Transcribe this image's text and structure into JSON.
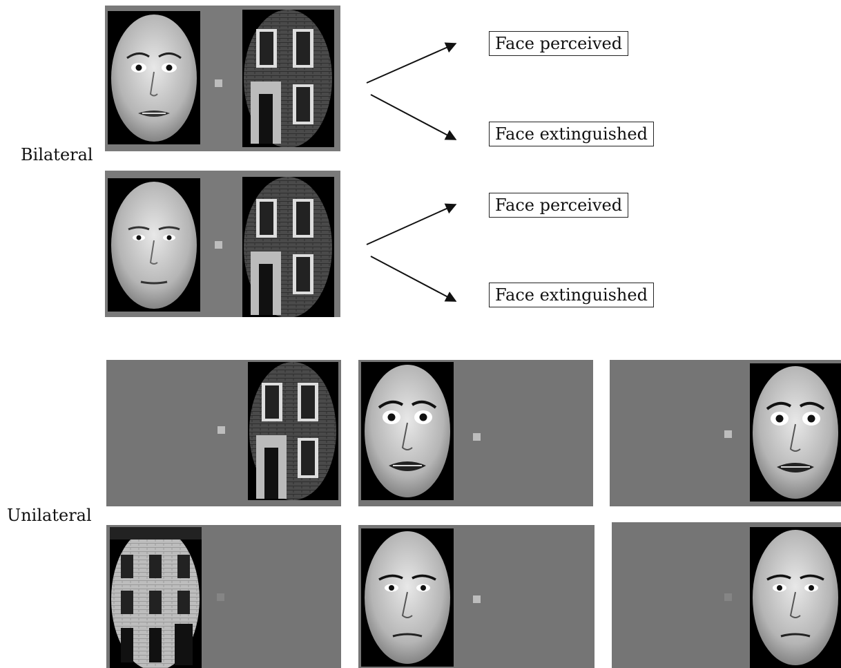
{
  "labels": {
    "bilateral": "Bilateral",
    "unilateral": "Unilateral"
  },
  "outcomes": {
    "top": {
      "perceived": "Face perceived",
      "extinguished": "Face extinguished"
    },
    "bottom": {
      "perceived": "Face perceived",
      "extinguished": "Face extinguished"
    }
  },
  "stimuli": {
    "bilateral_row1": {
      "left": "fearful-face",
      "right": "house"
    },
    "bilateral_row2": {
      "left": "neutral-face",
      "right": "house"
    },
    "unilateral_row1": [
      "house-right",
      "fearful-face-left",
      "fearful-face-right"
    ],
    "unilateral_row2": [
      "house-left",
      "neutral-face-left",
      "neutral-face-right"
    ]
  },
  "colors": {
    "panel_gray": "#757575",
    "fixation": "#bdbdbd",
    "arrow": "#111111"
  }
}
